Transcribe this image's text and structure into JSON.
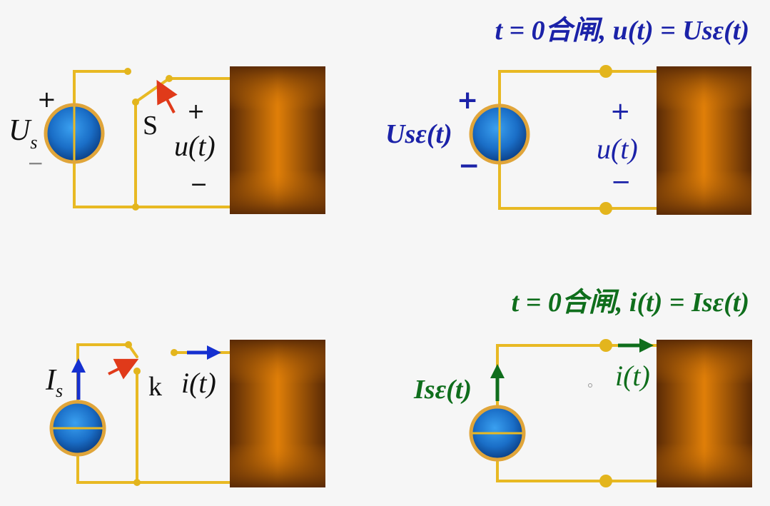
{
  "colors": {
    "wire": "#e8b923",
    "node": "#e3b51d",
    "box_dark": "#5a2a05",
    "box_light": "#e07f08",
    "source_fill": "#1a6ec7",
    "source_ring": "#e0a53a",
    "blue_text": "#1b22a8",
    "green_text": "#0f6e1c",
    "red_arrow": "#e03a1a",
    "blue_arrow": "#1530d0"
  },
  "panels": {
    "voltage_switch": {
      "source_label": "U",
      "source_sub": "s",
      "plus": "+",
      "minus": "−",
      "switch_label": "S",
      "out_plus": "+",
      "out_label": "u(t)",
      "out_minus": "−"
    },
    "voltage_step": {
      "equation": "t = 0合闸, u(t) = Usε(t)",
      "source_label": "Usε(t)",
      "plus": "+",
      "minus": "−",
      "out_plus": "+",
      "out_label": "u(t)",
      "out_minus": "−"
    },
    "current_switch": {
      "source_label": "I",
      "source_sub": "s",
      "switch_label": "k",
      "out_label": "i(t)"
    },
    "current_step": {
      "equation": "t = 0合闸, i(t) = Isε(t)",
      "source_label": "Isε(t)",
      "out_label": "i(t)"
    }
  }
}
